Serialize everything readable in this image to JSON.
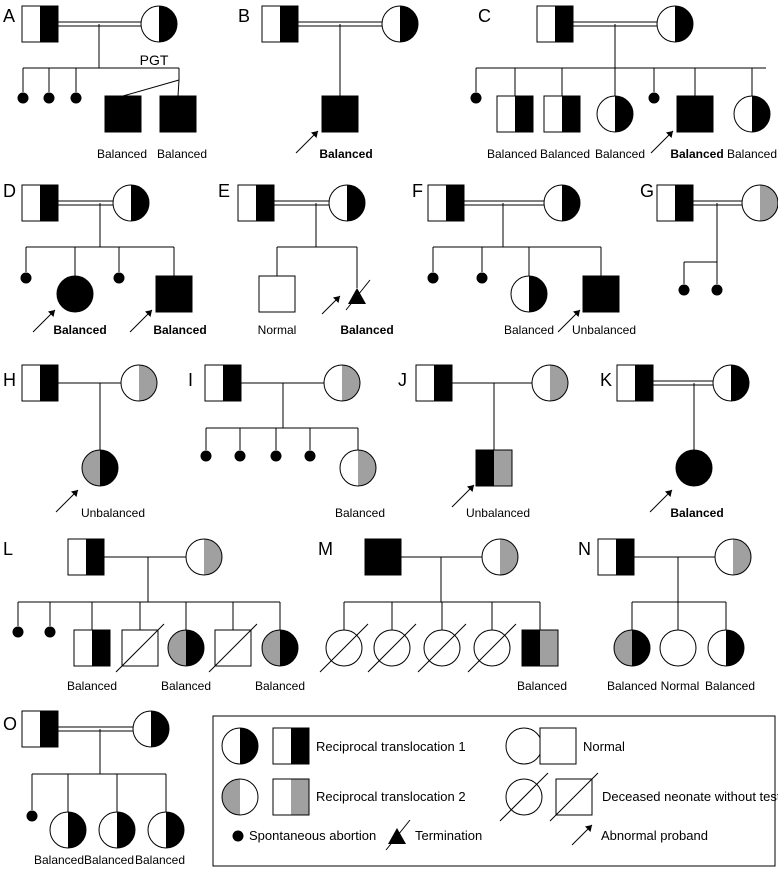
{
  "colors": {
    "translocation_1": "#000000",
    "translocation_2": "#a0a0a0",
    "background": "#ffffff"
  },
  "panels": [
    {
      "letter": "A",
      "ann": "PGT",
      "labels": [
        "Balanced",
        "Balanced"
      ]
    },
    {
      "letter": "B",
      "labels": [
        "Balanced"
      ]
    },
    {
      "letter": "C",
      "labels": [
        "Balanced",
        "Balanced",
        "Balanced",
        "Balanced",
        "Balanced"
      ]
    },
    {
      "letter": "D",
      "labels": [
        "Balanced",
        "Balanced"
      ]
    },
    {
      "letter": "E",
      "labels": [
        "Normal",
        "Balanced"
      ]
    },
    {
      "letter": "F",
      "labels": [
        "Balanced",
        "Unbalanced"
      ]
    },
    {
      "letter": "G",
      "labels": []
    },
    {
      "letter": "H",
      "labels": [
        "Unbalanced"
      ]
    },
    {
      "letter": "I",
      "labels": [
        "Balanced"
      ]
    },
    {
      "letter": "J",
      "labels": [
        "Unbalanced"
      ]
    },
    {
      "letter": "K",
      "labels": [
        "Balanced"
      ]
    },
    {
      "letter": "L",
      "labels": [
        "Balanced",
        "Balanced",
        "Balanced"
      ]
    },
    {
      "letter": "M",
      "labels": [
        "Balanced"
      ]
    },
    {
      "letter": "N",
      "labels": [
        "Balanced",
        "Normal",
        "Balanced"
      ]
    },
    {
      "letter": "O",
      "labels": [
        "Balanced",
        "Balanced",
        "Balanced"
      ]
    }
  ],
  "legend": {
    "reciprocal_1": "Reciprocal translocation 1",
    "reciprocal_2": "Reciprocal translocation 2",
    "normal": "Normal",
    "deceased": "Deceased neonate without test",
    "abortion": "Spontaneous abortion",
    "termination": "Termination",
    "proband": "Abnormal proband"
  }
}
